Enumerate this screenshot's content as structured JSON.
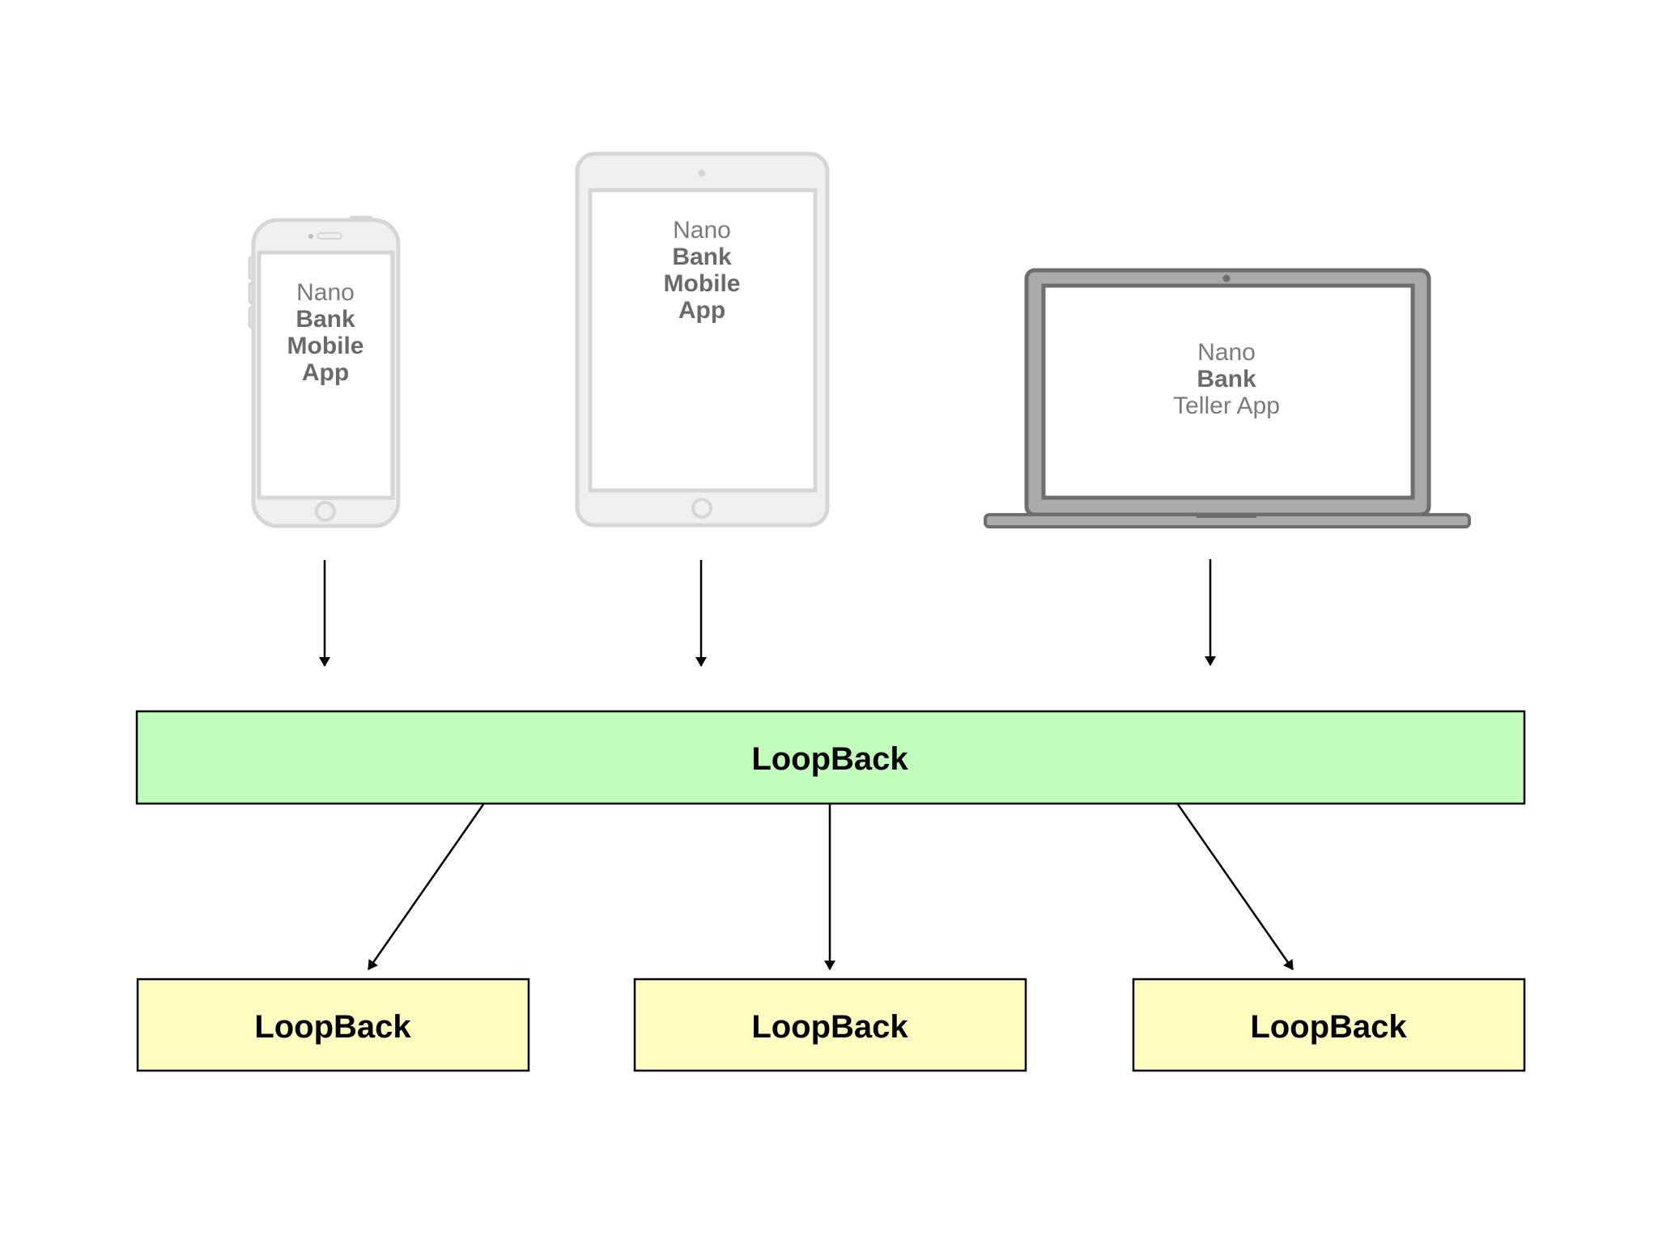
{
  "devices": [
    {
      "type": "phone",
      "icon": "smartphone-icon",
      "lines": [
        {
          "text": "Nano",
          "weight": "normal"
        },
        {
          "text": "Bank",
          "weight": "bold"
        },
        {
          "text": "Mobile",
          "weight": "bold"
        },
        {
          "text": "App",
          "weight": "bold"
        }
      ]
    },
    {
      "type": "tablet",
      "icon": "tablet-icon",
      "lines": [
        {
          "text": "Nano",
          "weight": "normal"
        },
        {
          "text": "Bank",
          "weight": "bold"
        },
        {
          "text": "Mobile",
          "weight": "bold"
        },
        {
          "text": "App",
          "weight": "bold"
        }
      ]
    },
    {
      "type": "laptop",
      "icon": "laptop-icon",
      "lines": [
        {
          "text": "Nano",
          "weight": "normal"
        },
        {
          "text": "Bank",
          "weight": "bold"
        },
        {
          "text": "Teller App",
          "weight": "normal"
        }
      ]
    }
  ],
  "gateway": {
    "label": "LoopBack",
    "color": "#c1fcbd"
  },
  "services": [
    {
      "label": "LoopBack",
      "color": "#fffdc0"
    },
    {
      "label": "LoopBack",
      "color": "#fffdc0"
    },
    {
      "label": "LoopBack",
      "color": "#fffdc0"
    }
  ],
  "colors": {
    "device_light_stroke": "#d3d8d7",
    "device_light_fill": "#eef1f0",
    "laptop_stroke": "#6e6e6e",
    "laptop_fill": "#a9aaac",
    "arrow": "#000000"
  }
}
